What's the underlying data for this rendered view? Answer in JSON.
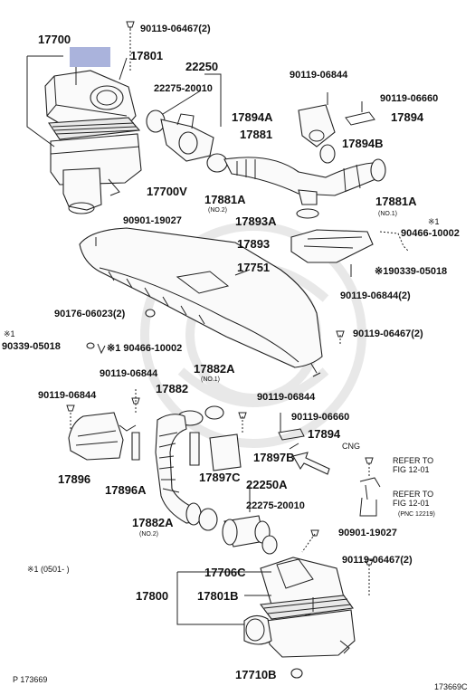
{
  "labels": [
    {
      "id": "l1",
      "text": "90119-06467(2)"
    },
    {
      "id": "l2",
      "text": "17700"
    },
    {
      "id": "l3",
      "text": "17801"
    },
    {
      "id": "l4",
      "text": "22250"
    },
    {
      "id": "l5",
      "text": "22275-20010"
    },
    {
      "id": "l6",
      "text": "90119-06844"
    },
    {
      "id": "l7",
      "text": "90119-06660"
    },
    {
      "id": "l8",
      "text": "17894A"
    },
    {
      "id": "l9",
      "text": "17894"
    },
    {
      "id": "l10",
      "text": "17881"
    },
    {
      "id": "l11",
      "text": "17894B"
    },
    {
      "id": "l12",
      "text": "17700V"
    },
    {
      "id": "l13",
      "text": "17881A"
    },
    {
      "id": "l14",
      "text": "17881A"
    },
    {
      "id": "l15",
      "text": "90901-19027"
    },
    {
      "id": "l16",
      "text": "17893A"
    },
    {
      "id": "l17",
      "text": "17893"
    },
    {
      "id": "l18",
      "text": "90466-10002"
    },
    {
      "id": "l19",
      "text": "17751"
    },
    {
      "id": "l20",
      "text": "※190339-05018"
    },
    {
      "id": "l21",
      "text": "90119-06844(2)"
    },
    {
      "id": "l22",
      "text": "90176-06023(2)"
    },
    {
      "id": "l23",
      "text": "90119-06467(2)"
    },
    {
      "id": "l24",
      "text": "90339-05018"
    },
    {
      "id": "l25",
      "text": "※1 90466-10002"
    },
    {
      "id": "l26",
      "text": "90119-06844"
    },
    {
      "id": "l27",
      "text": "17882A"
    },
    {
      "id": "l28",
      "text": "90119-06844"
    },
    {
      "id": "l29",
      "text": "17882"
    },
    {
      "id": "l30",
      "text": "90119-06844"
    },
    {
      "id": "l31",
      "text": "90119-06660"
    },
    {
      "id": "l32",
      "text": "17894"
    },
    {
      "id": "l33",
      "text": "17896"
    },
    {
      "id": "l34",
      "text": "17897B"
    },
    {
      "id": "l35",
      "text": "17896A"
    },
    {
      "id": "l36",
      "text": "17897C"
    },
    {
      "id": "l37",
      "text": "22250A"
    },
    {
      "id": "l38",
      "text": "22275-20010"
    },
    {
      "id": "l39",
      "text": "17882A"
    },
    {
      "id": "l40",
      "text": "90901-19027"
    },
    {
      "id": "l41",
      "text": "90119-06467(2)"
    },
    {
      "id": "l42",
      "text": "17706C"
    },
    {
      "id": "l43",
      "text": "17800"
    },
    {
      "id": "l44",
      "text": "17801B"
    },
    {
      "id": "l45",
      "text": "17710B"
    }
  ],
  "sub_labels": [
    {
      "id": "s1",
      "text": "(NO.2)"
    },
    {
      "id": "s2",
      "text": "(NO.1)"
    },
    {
      "id": "s3",
      "text": "(NO.1)"
    },
    {
      "id": "s4",
      "text": "(NO.2)"
    },
    {
      "id": "s5",
      "text": "(PNC 12219)"
    }
  ],
  "notes": {
    "ref1": "※1",
    "ref2": "※1",
    "ref3": "※1",
    "cng": "CNG",
    "refer1_a": "REFER TO",
    "refer1_b": "FIG  12-01",
    "refer2_a": "REFER TO",
    "refer2_b": "FIG  12-01",
    "footnote": "※1 (0501-      )",
    "page_ref": "P 173669",
    "corner_code": "173669C"
  },
  "colors": {
    "highlight": "#aab3dc",
    "line": "#222222",
    "watermark": "#e6e6e6"
  }
}
